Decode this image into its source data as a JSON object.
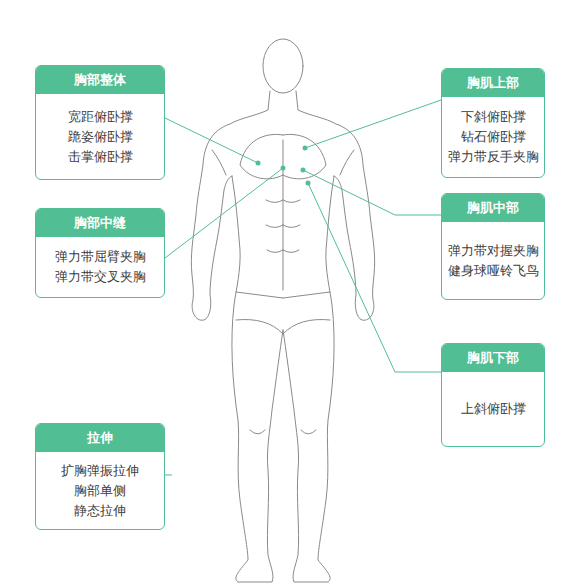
{
  "diagram": {
    "nodes": [
      {
        "text": [
          "胸部整体",
          "宽距俯卧撑",
          "跪姿俯卧撑",
          "击掌俯卧撑"
        ]
      },
      {
        "text": [
          "胸肌上部",
          "下斜俯卧撑",
          "钻石俯卧撑",
          "弹力带反手夹胸"
        ]
      },
      {
        "text": [
          "胸部中缝",
          "弹力带屈臂夹胸",
          "弹力带交叉夹胸"
        ]
      },
      {
        "text": [
          "胸肌中部",
          "弹力带对握夹胸",
          "健身球哑铃飞鸟"
        ]
      },
      {
        "text": [
          "胸肌下部",
          "上斜俯卧撑"
        ]
      },
      {
        "text": [
          "拉伸",
          "扩胸弹振拉伸",
          "胸部单侧 静态拉伸"
        ]
      }
    ]
  }
}
